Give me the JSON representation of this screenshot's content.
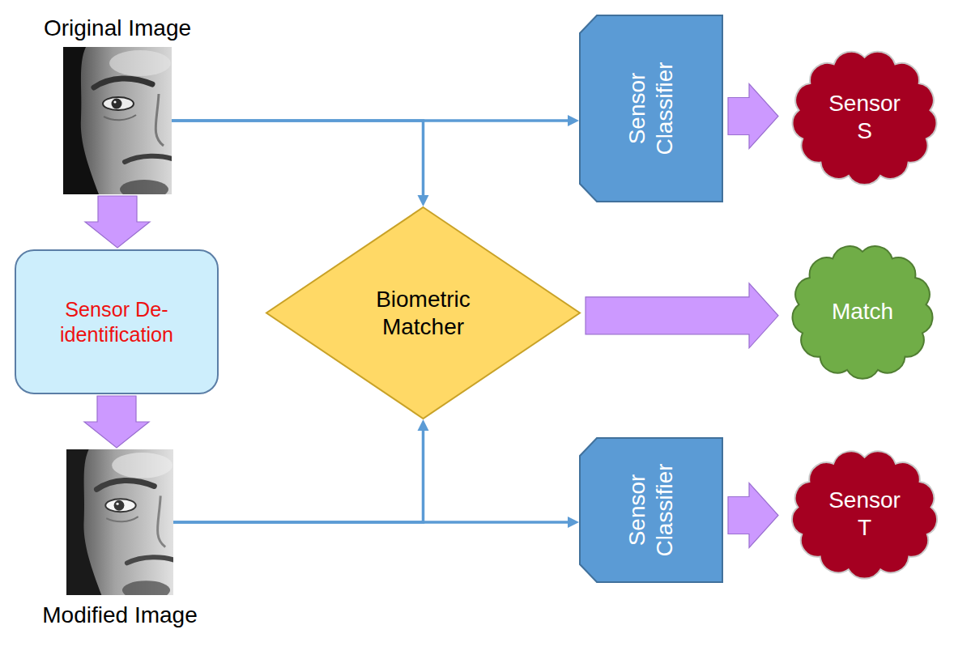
{
  "diagram": {
    "nodes": [
      {
        "text": [
          "Original Image"
        ]
      },
      {
        "text": [
          "Sensor De- identification"
        ]
      },
      {
        "text": [
          "Modified Image"
        ]
      },
      {
        "text": [
          "Biometric Matcher"
        ]
      },
      {
        "text": [
          "Sensor Classifier"
        ]
      },
      {
        "text": [
          "Sensor S"
        ]
      },
      {
        "text": [
          "Match"
        ]
      },
      {
        "text": [
          "Sensor Classifier"
        ]
      },
      {
        "text": [
          "Sensor T"
        ]
      }
    ],
    "edges": [
      {
        "from": 0,
        "to": 1,
        "arrow": "to"
      },
      {
        "from": 1,
        "to": 2,
        "arrow": "to"
      },
      {
        "from": 0,
        "to": 4,
        "arrow": "to"
      },
      {
        "from": 0,
        "to": 3,
        "arrow": "to"
      },
      {
        "from": 2,
        "to": 7,
        "arrow": "to"
      },
      {
        "from": 2,
        "to": 3,
        "arrow": "to"
      },
      {
        "from": 4,
        "to": 5,
        "arrow": "to"
      },
      {
        "from": 3,
        "to": 6,
        "arrow": "to"
      },
      {
        "from": 7,
        "to": 8,
        "arrow": "to"
      }
    ]
  }
}
